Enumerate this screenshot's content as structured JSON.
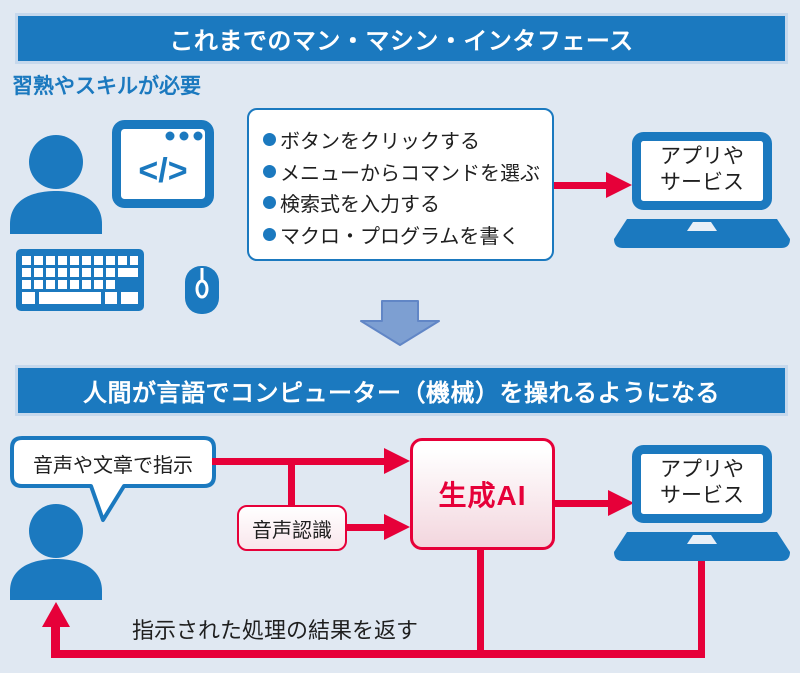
{
  "colors": {
    "brand_blue": "#1b79bf",
    "accent_red": "#e60039",
    "arrow_blue": "#7d9fd2",
    "background": "#e0e8f2"
  },
  "section1": {
    "header": "これまでのマン・マシン・インタフェース",
    "subtitle": "習熟やスキルが必要",
    "code_glyph": "</>",
    "methods": [
      "ボタンをクリックする",
      "メニューからコマンドを選ぶ",
      "検索式を入力する",
      "マクロ・プログラムを書く"
    ],
    "laptop": {
      "line1": "アプリや",
      "line2": "サービス"
    }
  },
  "section2": {
    "header": "人間が言語でコンピューター（機械）を操れるようになる",
    "speech_bubble": "音声や文章で指示",
    "speech_recognition_label": "音声認識",
    "gen_ai_label": "生成AI",
    "laptop": {
      "line1": "アプリや",
      "line2": "サービス"
    },
    "return_label": "指示された処理の結果を返す"
  }
}
